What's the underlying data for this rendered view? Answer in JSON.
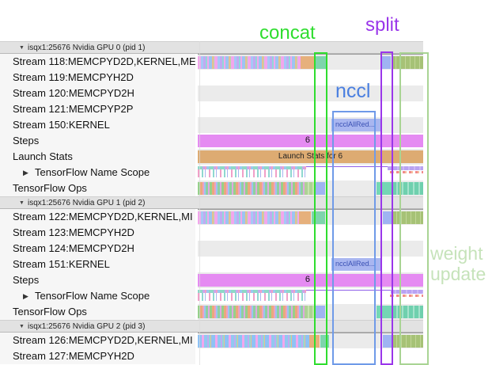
{
  "annotations": {
    "concat": "concat",
    "split": "split",
    "nccl": "nccl",
    "weight_update_line1": "weight",
    "weight_update_line2": "update"
  },
  "timeline": {
    "steps_label": "6",
    "launch_stats_label": "Launch Stats for 6",
    "nccl_block_label": "ncclAllRed..."
  },
  "colors": {
    "concat": "#2fdd2f",
    "split": "#9a36ea",
    "nccl_text": "#4a7fe0",
    "nccl_box_stroke": "#6f9ae8",
    "weight_update": "#c6e3ba",
    "weight_update_stroke": "#a9d494",
    "steps_bar": "#e58bf2",
    "launch_bar": "#ddab72",
    "nccl_block_fill": "#a9b6f0",
    "nccl_block_text": "#3a50b4"
  },
  "sections": [
    {
      "header": "isqx1:25676 Nvidia GPU 0 (pid 1)",
      "rows": [
        {
          "label": "Stream 118:MEMCPYD2D,KERNEL,ME"
        },
        {
          "label": "Stream 119:MEMCPYH2D"
        },
        {
          "label": "Stream 120:MEMCPYD2H"
        },
        {
          "label": "Stream 121:MEMCPYP2P"
        },
        {
          "label": "Stream 150:KERNEL"
        },
        {
          "label": "Steps"
        },
        {
          "label": "Launch Stats"
        },
        {
          "label": "TensorFlow Name Scope"
        },
        {
          "label": "TensorFlow Ops"
        }
      ]
    },
    {
      "header": "isqx1:25676 Nvidia GPU 1 (pid 2)",
      "rows": [
        {
          "label": "Stream 122:MEMCPYD2D,KERNEL,MI"
        },
        {
          "label": "Stream 123:MEMCPYH2D"
        },
        {
          "label": "Stream 124:MEMCPYD2H"
        },
        {
          "label": "Stream 151:KERNEL"
        },
        {
          "label": "Steps"
        },
        {
          "label": "TensorFlow Name Scope"
        },
        {
          "label": "TensorFlow Ops"
        }
      ]
    },
    {
      "header": "isqx1:25676 Nvidia GPU 2 (pid 3)",
      "rows": [
        {
          "label": "Stream 126:MEMCPYD2D,KERNEL,MI"
        },
        {
          "label": "Stream 127:MEMCPYH2D"
        }
      ]
    }
  ]
}
